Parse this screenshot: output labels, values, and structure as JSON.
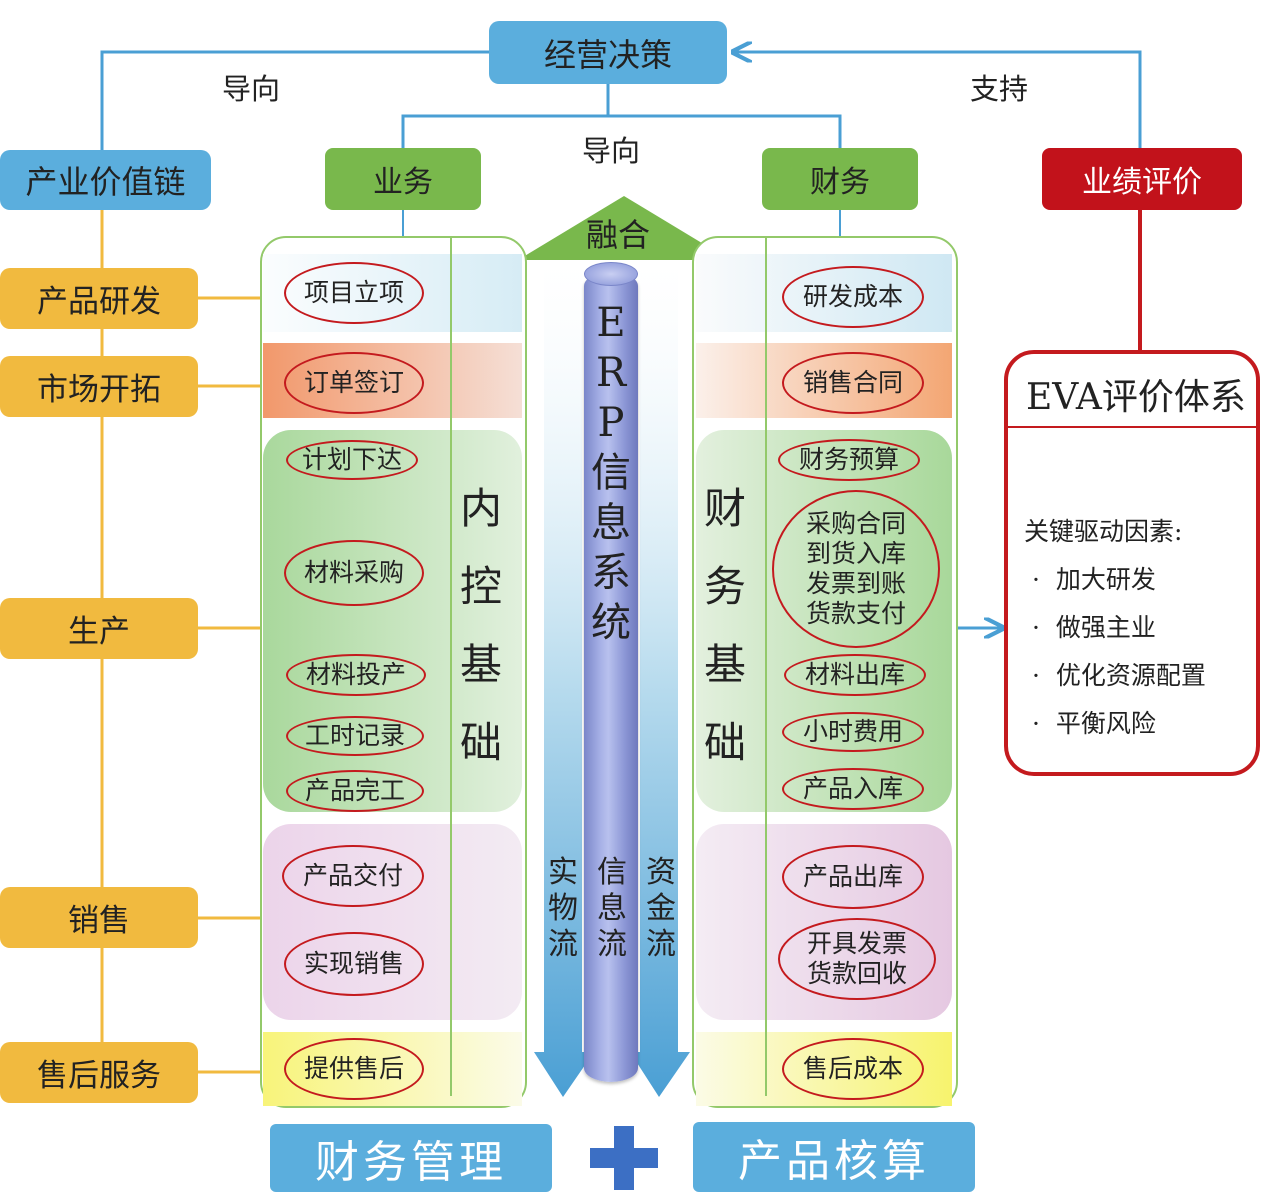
{
  "top": {
    "decision": "经营决策",
    "guide_left": "导向",
    "guide_center": "导向",
    "support": "支持",
    "value_chain": "产业价值链",
    "business": "业务",
    "finance": "财务",
    "performance": "业绩评价"
  },
  "stages": [
    "产品研发",
    "市场开拓",
    "生产",
    "销售",
    "售后服务"
  ],
  "left_panel": {
    "items": [
      "项目立项",
      "订单签订",
      "计划下达",
      "材料采购",
      "材料投产",
      "工时记录",
      "产品完工",
      "产品交付",
      "实现销售",
      "提供售后"
    ],
    "vertical_label": [
      "内",
      "控",
      "基",
      "础"
    ]
  },
  "center": {
    "fusion": "融合",
    "erp_chars": [
      "E",
      "R",
      "P",
      "信",
      "息",
      "系",
      "统"
    ],
    "flows": [
      {
        "chars": [
          "实",
          "物",
          "流"
        ]
      },
      {
        "chars": [
          "信",
          "息",
          "流"
        ]
      },
      {
        "chars": [
          "资",
          "金",
          "流"
        ]
      }
    ]
  },
  "right_panel": {
    "items": [
      {
        "lines": [
          "研发成本"
        ]
      },
      {
        "lines": [
          "销售合同"
        ]
      },
      {
        "lines": [
          "财务预算"
        ]
      },
      {
        "lines": [
          "采购合同",
          "到货入库",
          "发票到账",
          "货款支付"
        ]
      },
      {
        "lines": [
          "材料出库"
        ]
      },
      {
        "lines": [
          "小时费用"
        ]
      },
      {
        "lines": [
          "产品入库"
        ]
      },
      {
        "lines": [
          "产品出库"
        ]
      },
      {
        "lines": [
          "开具发票",
          "货款回收"
        ]
      },
      {
        "lines": [
          "售后成本"
        ]
      }
    ],
    "vertical_label": [
      "财",
      "务",
      "基",
      "础"
    ]
  },
  "eva": {
    "title": "EVA评价体系",
    "subtitle": "关键驱动因素:",
    "factors": [
      "加大研发",
      "做强主业",
      "优化资源配置",
      "平衡风险"
    ],
    "bullet": "·"
  },
  "bottom": {
    "left": "财务管理",
    "right": "产品核算",
    "plus": "+"
  },
  "colors": {
    "blue": "#5baedd",
    "green": "#79b84c",
    "red": "#c2121b",
    "orange": "#f1ba3f",
    "connector_blue": "#4a9fd4",
    "connector_orange": "#f1ba3f",
    "plus": "#3c6fc4"
  }
}
